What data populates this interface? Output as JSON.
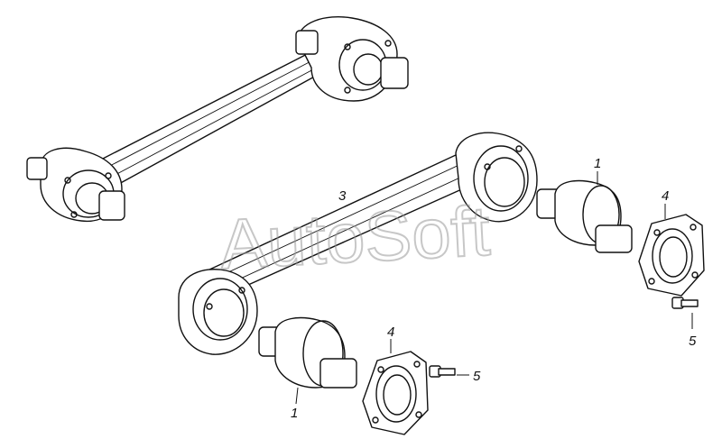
{
  "watermark": "AutoSoft",
  "callouts": {
    "c1a": "1",
    "c1b": "1",
    "c3": "3",
    "c4a": "4",
    "c4b": "4",
    "c5a": "5",
    "c5b": "5"
  }
}
